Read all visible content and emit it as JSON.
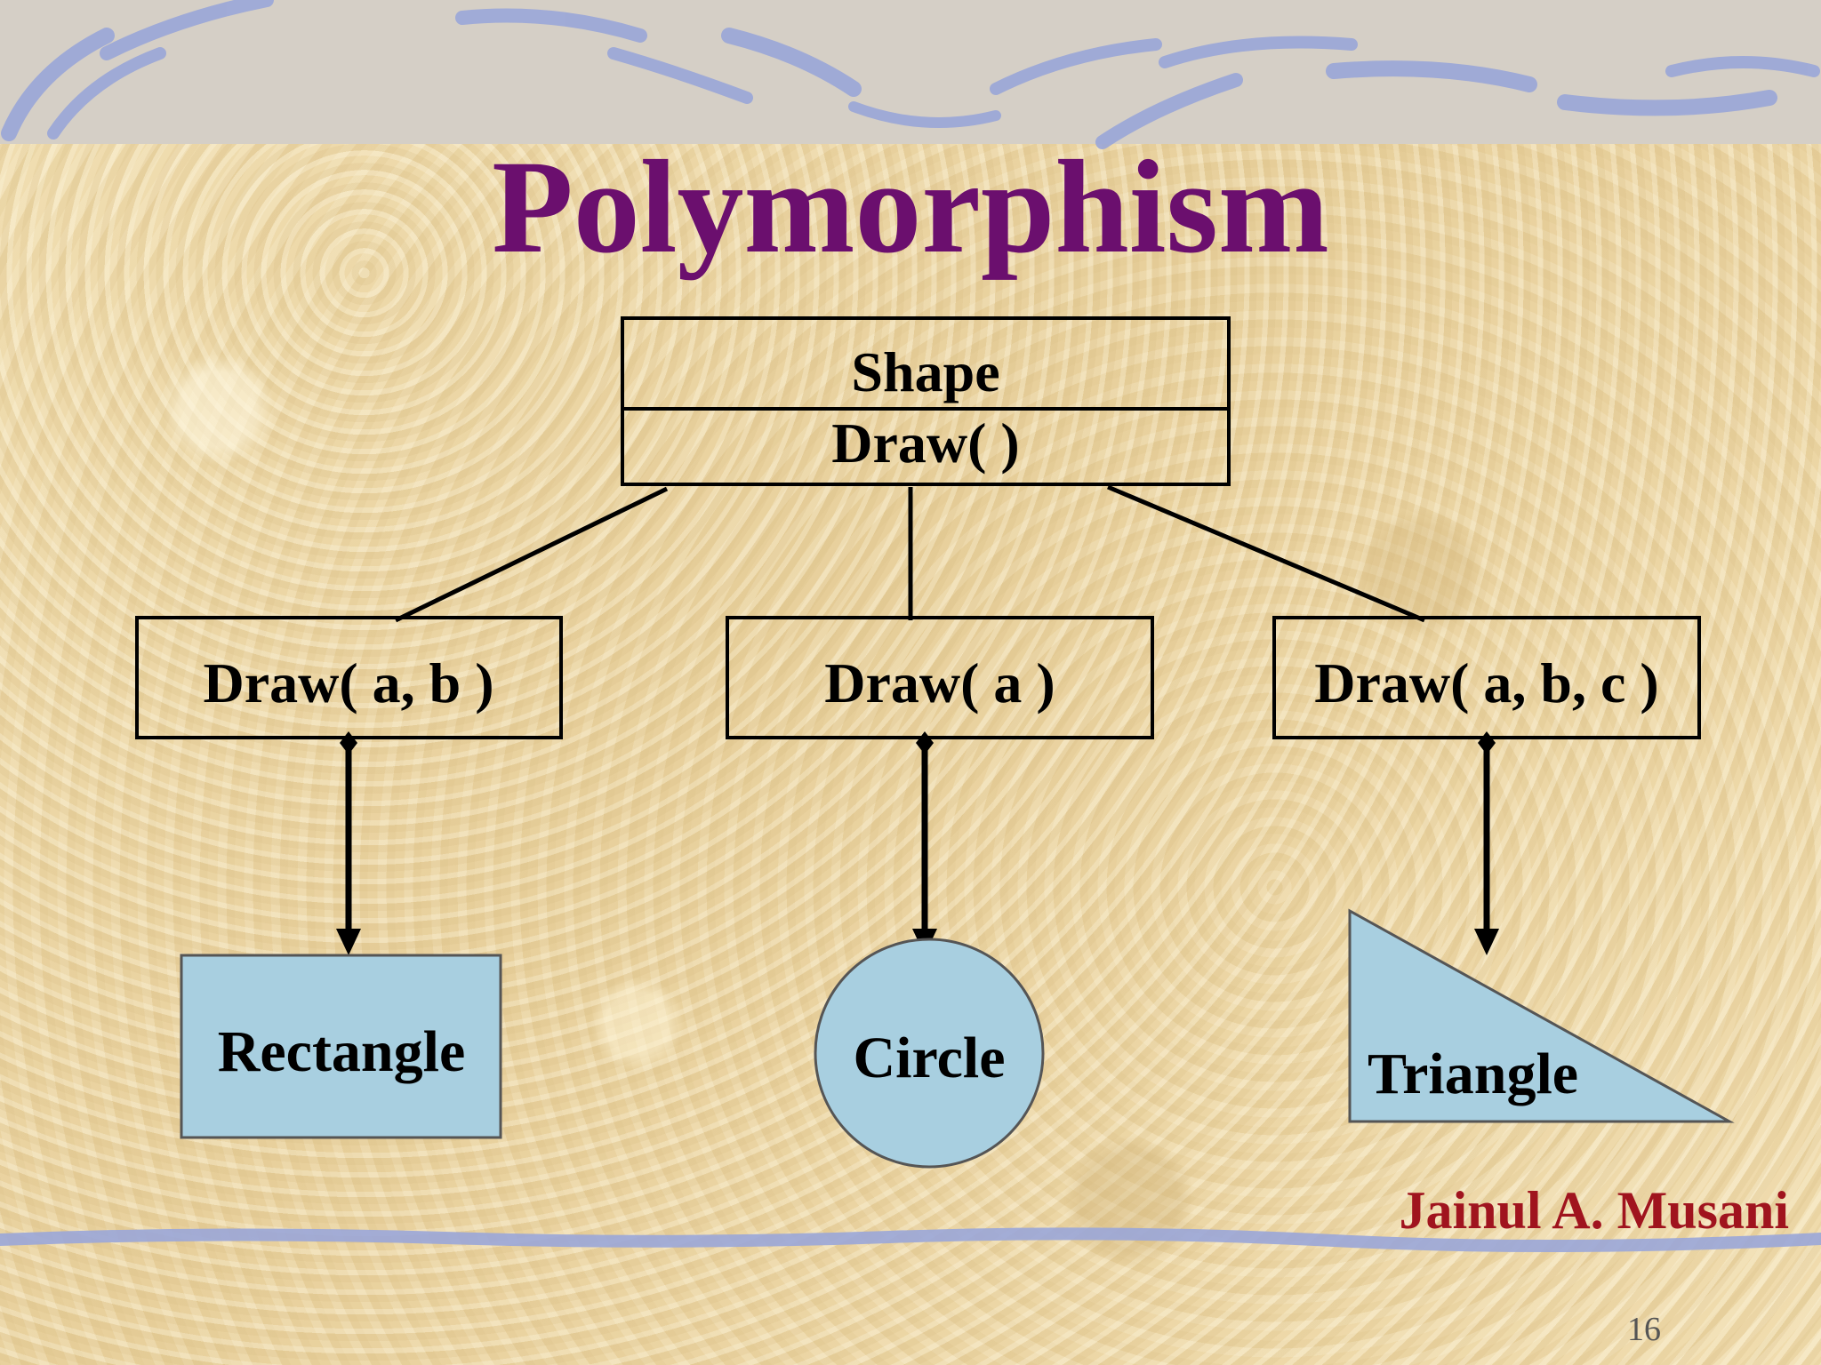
{
  "slide": {
    "title": "Polymorphism",
    "author": "Jainul A. Musani",
    "page_number": "16"
  },
  "diagram": {
    "parent": {
      "class_name": "Shape",
      "method": "Draw( )"
    },
    "children": [
      {
        "method": "Draw( a, b )",
        "shape": "Rectangle"
      },
      {
        "method": "Draw( a )",
        "shape": "Circle"
      },
      {
        "method": "Draw( a, b, c )",
        "shape": "Triangle"
      }
    ]
  },
  "colors": {
    "title": "#6b0f6e",
    "author": "#a0141e",
    "shape_fill": "#a8cfe0",
    "shape_stroke": "#555555",
    "header_band": "#d9d2c8",
    "wave_stroke": "#9aa6d8"
  }
}
